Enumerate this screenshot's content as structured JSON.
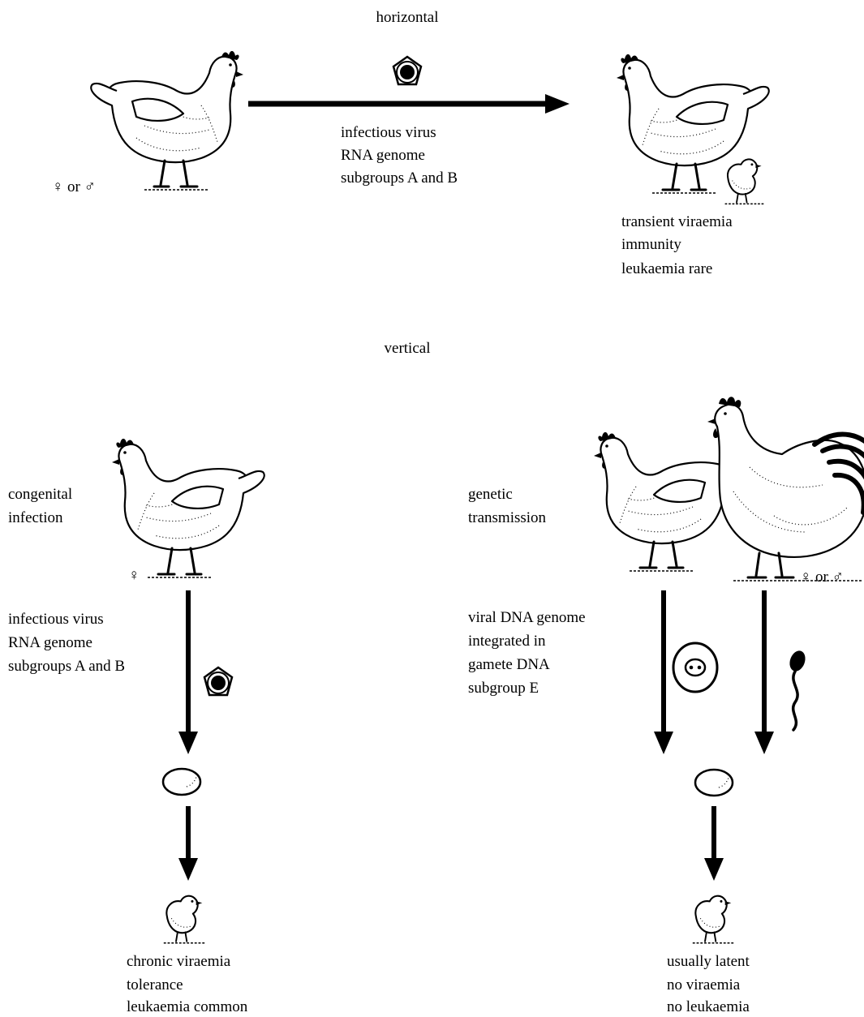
{
  "horizontal": {
    "heading": "horizontal",
    "source_sex": "♀ or ♂",
    "arrow_labels": [
      "infectious virus",
      "RNA genome",
      "subgroups A and B"
    ],
    "outcome": [
      "transient viraemia",
      "immunity",
      "leukaemia rare"
    ]
  },
  "vertical": {
    "heading": "vertical",
    "congenital": {
      "title": [
        "congenital",
        "infection"
      ],
      "sex": "♀",
      "arrow_labels": [
        "infectious virus",
        "RNA genome",
        "subgroups A and B"
      ],
      "outcome": [
        "chronic viraemia",
        "tolerance",
        "leukaemia common"
      ]
    },
    "genetic": {
      "title": [
        "genetic",
        "transmission"
      ],
      "sex": "♀ or ♂",
      "arrow_labels": [
        "viral DNA genome",
        "integrated in",
        "gamete DNA",
        "subgroup E"
      ],
      "outcome": [
        "usually latent",
        "no viraemia",
        "no leukaemia"
      ]
    }
  },
  "icons": [
    "hen-icon",
    "chick-icon",
    "rooster-icon",
    "virus-particle-icon",
    "egg-icon",
    "ovum-icon",
    "sperm-icon"
  ]
}
